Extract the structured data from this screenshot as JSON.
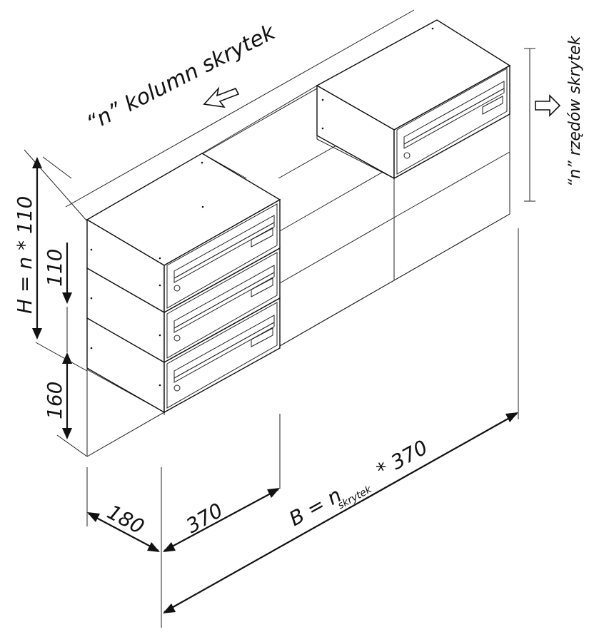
{
  "labels": {
    "columns": "“n” kolumn skrytek",
    "rows": "“n” rzędów skrytek",
    "height_formula": "H = n * 110",
    "box_height": "110",
    "base_height": "160",
    "depth": "180",
    "box_width": "370",
    "width_formula_prefix": "B = n",
    "width_formula_subscript": "skrytek",
    "width_formula_suffix": "* 370"
  },
  "colors": {
    "line": "#111111",
    "face_front": "#ffffff",
    "face_side": "#ffffff",
    "face_top": "#ffffff"
  }
}
